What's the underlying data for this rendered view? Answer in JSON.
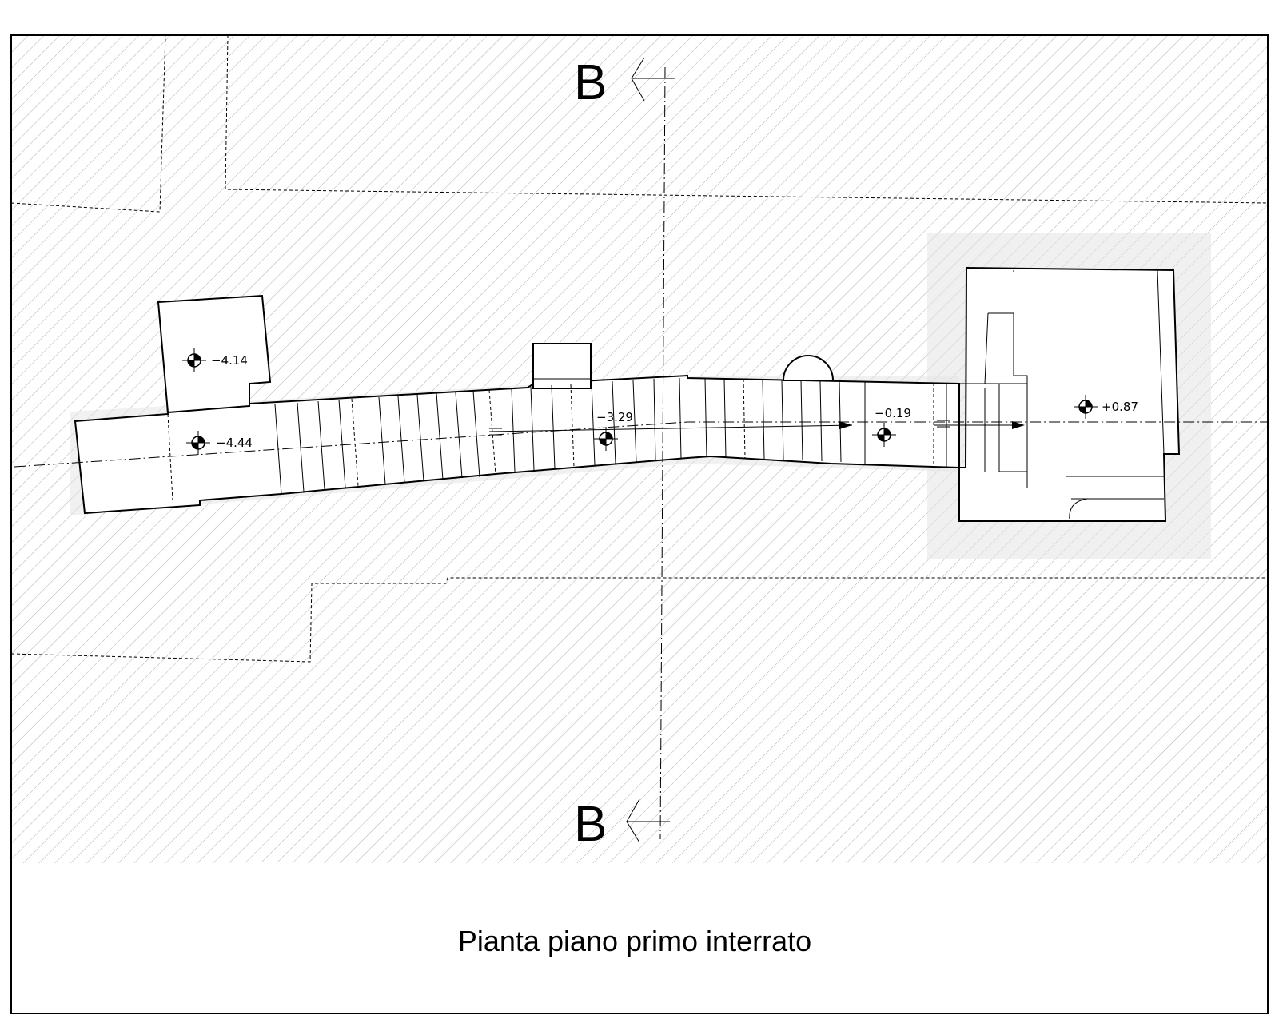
{
  "drawing": {
    "section_marker_top": "B",
    "section_marker_bottom": "B",
    "caption": "Pianta piano primo interrato",
    "elevations": [
      {
        "id": "room-left",
        "label": "−4.14"
      },
      {
        "id": "corridor-start",
        "label": "−4.44"
      },
      {
        "id": "corridor-mid",
        "label": "−3.29"
      },
      {
        "id": "corridor-end",
        "label": "−0.19"
      },
      {
        "id": "room-right",
        "label": "+0.87"
      }
    ]
  },
  "colors": {
    "ink": "#000000",
    "hatch": "#b0b0b0",
    "halo": "#e4e4e4",
    "paper": "#ffffff"
  }
}
